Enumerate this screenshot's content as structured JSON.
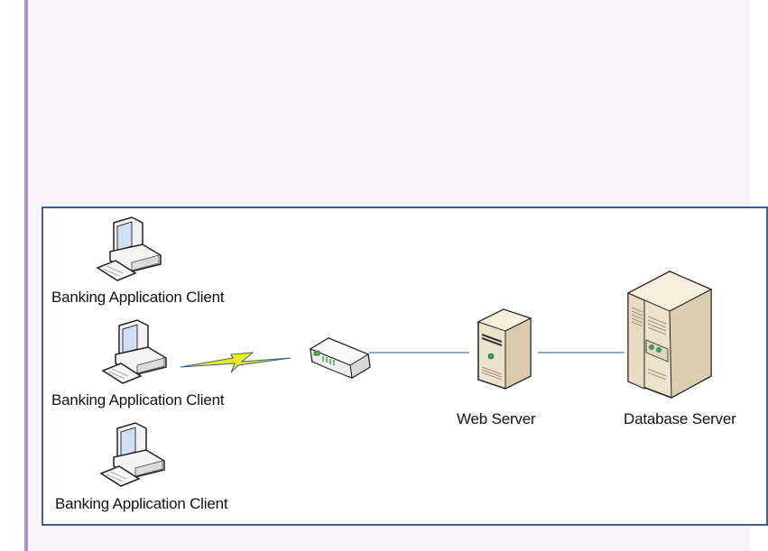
{
  "diagram": {
    "clients": [
      {
        "label": "Banking Application Client"
      },
      {
        "label": "Banking Application Client"
      },
      {
        "label": "Banking Application Client"
      }
    ],
    "network": {
      "link_type": "wireless-link",
      "device": "router"
    },
    "web_server": {
      "label": "Web Server"
    },
    "database_server": {
      "label": "Database Server"
    }
  },
  "colors": {
    "panel_background": "#f9f4fa",
    "panel_accent": "#b888d8",
    "diagram_border": "#3c5f8c",
    "connector_line": "#4f7bb0",
    "lightning": "#f0ea1c",
    "server_body": "#ede3cc"
  }
}
